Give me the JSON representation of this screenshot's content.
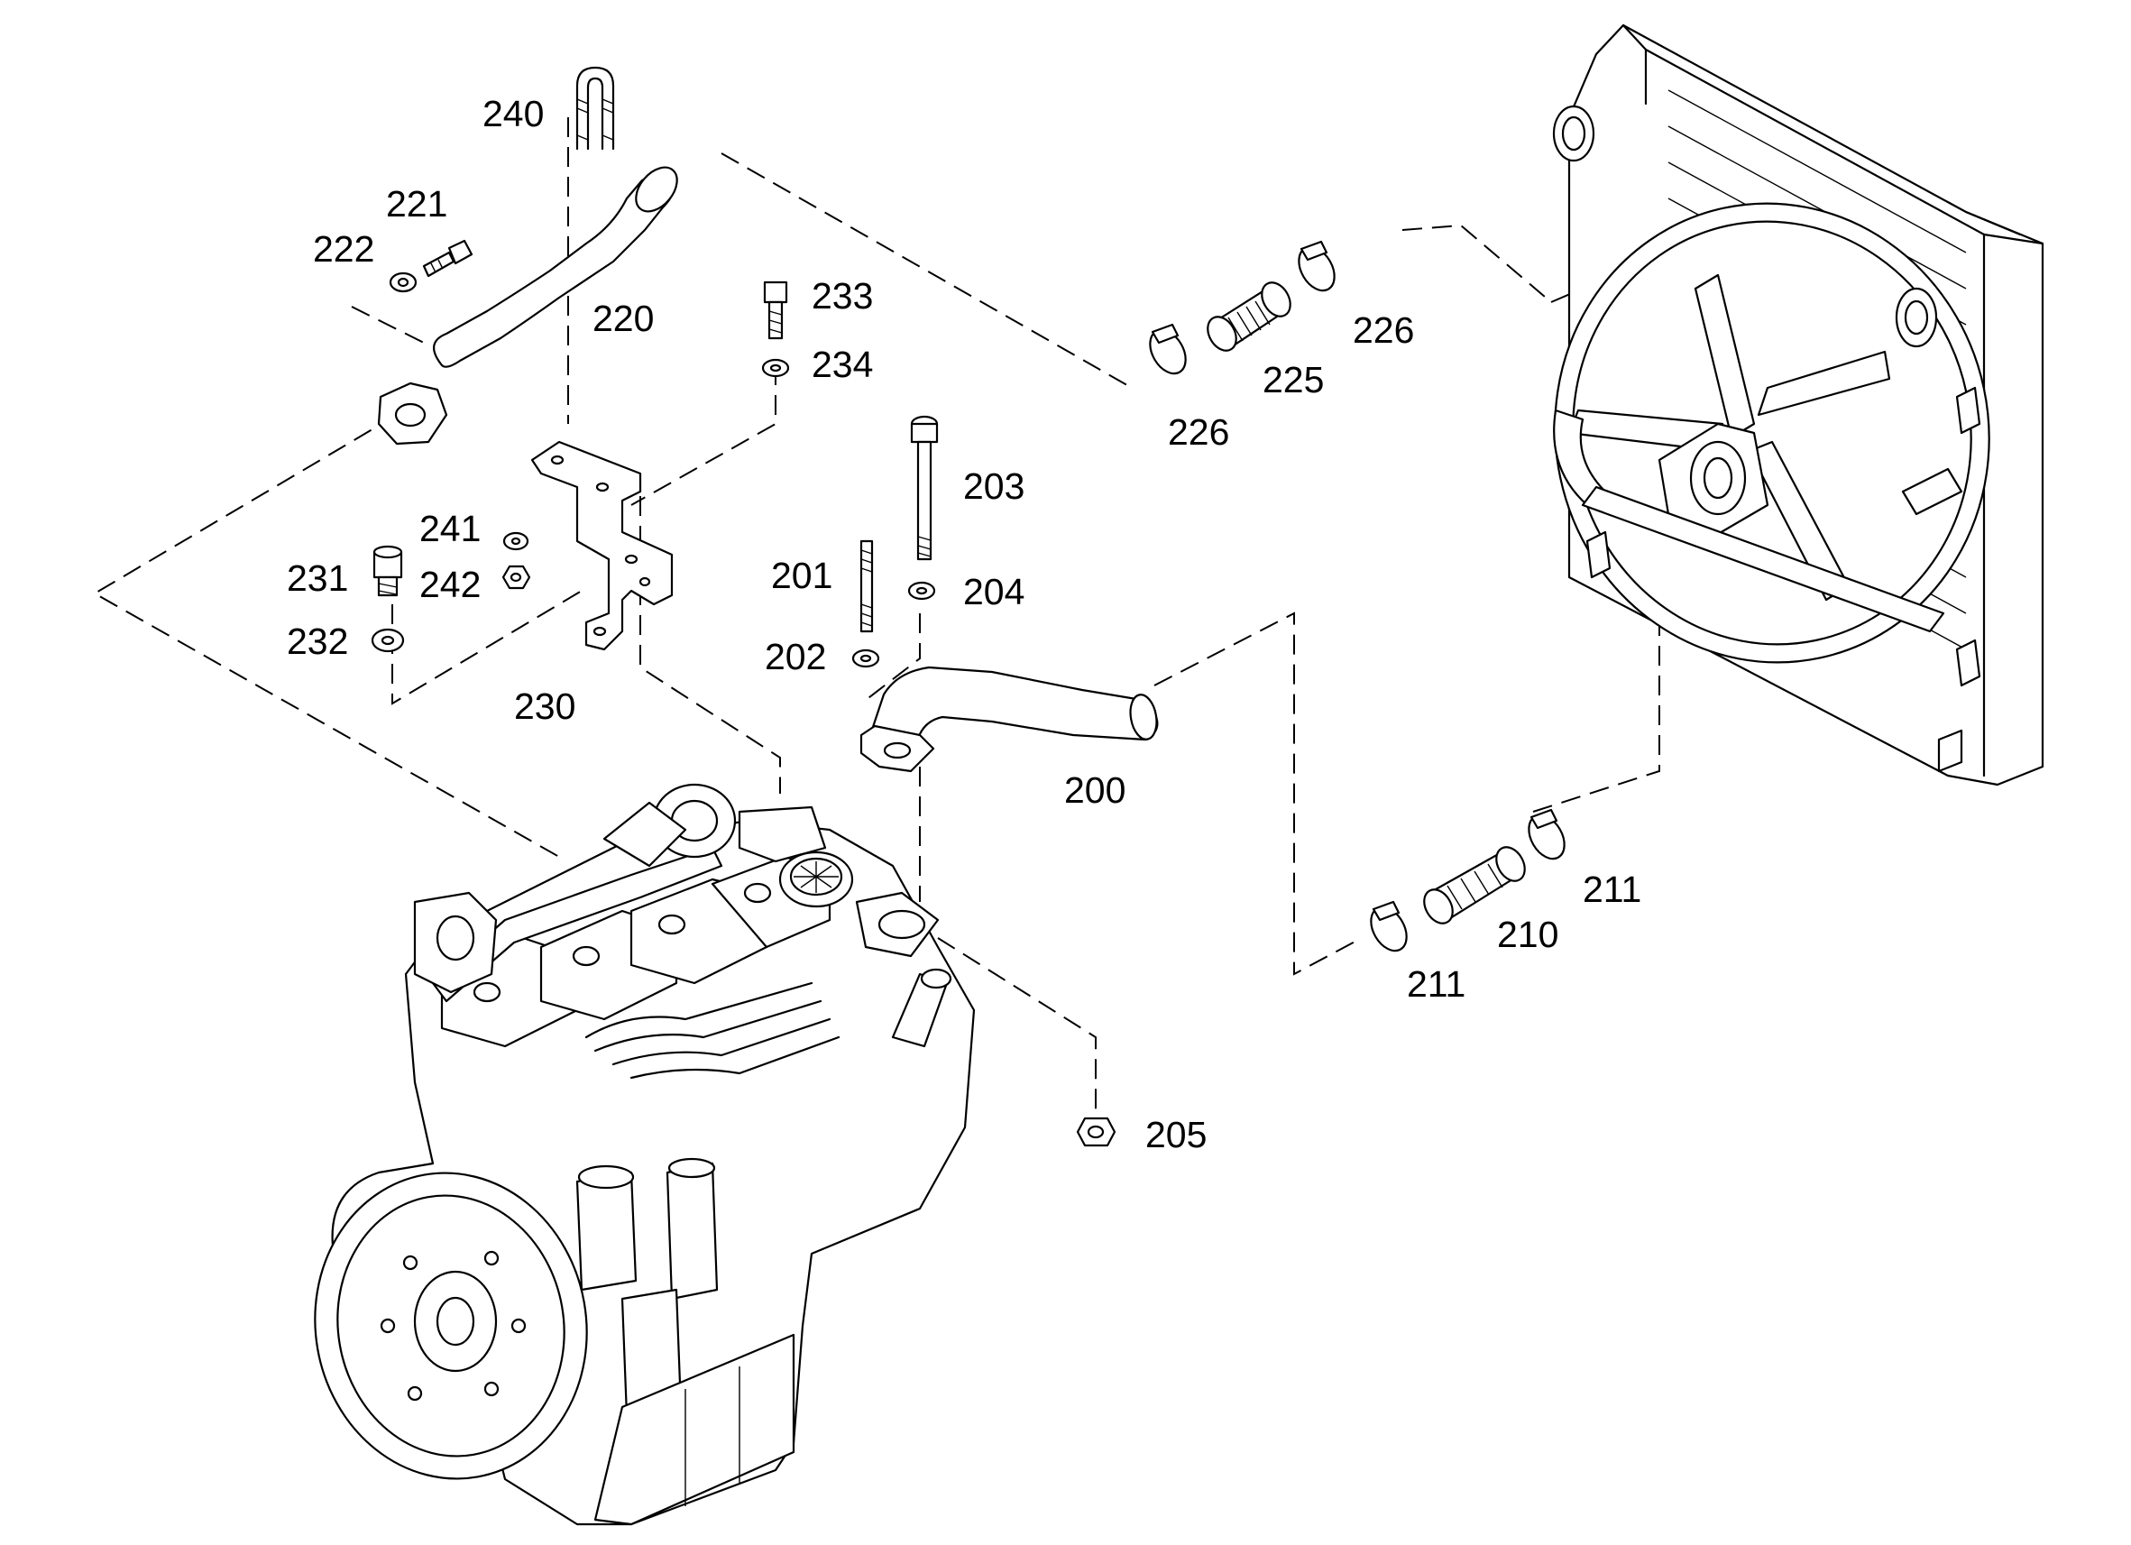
{
  "part_labels": {
    "p200": "200",
    "p201": "201",
    "p202": "202",
    "p203": "203",
    "p204": "204",
    "p205": "205",
    "p210": "210",
    "p211a": "211",
    "p211b": "211",
    "p220": "220",
    "p221": "221",
    "p222": "222",
    "p225": "225",
    "p226a": "226",
    "p226b": "226",
    "p230": "230",
    "p231": "231",
    "p232": "232",
    "p233": "233",
    "p234": "234",
    "p240": "240",
    "p241": "241",
    "p242": "242"
  }
}
